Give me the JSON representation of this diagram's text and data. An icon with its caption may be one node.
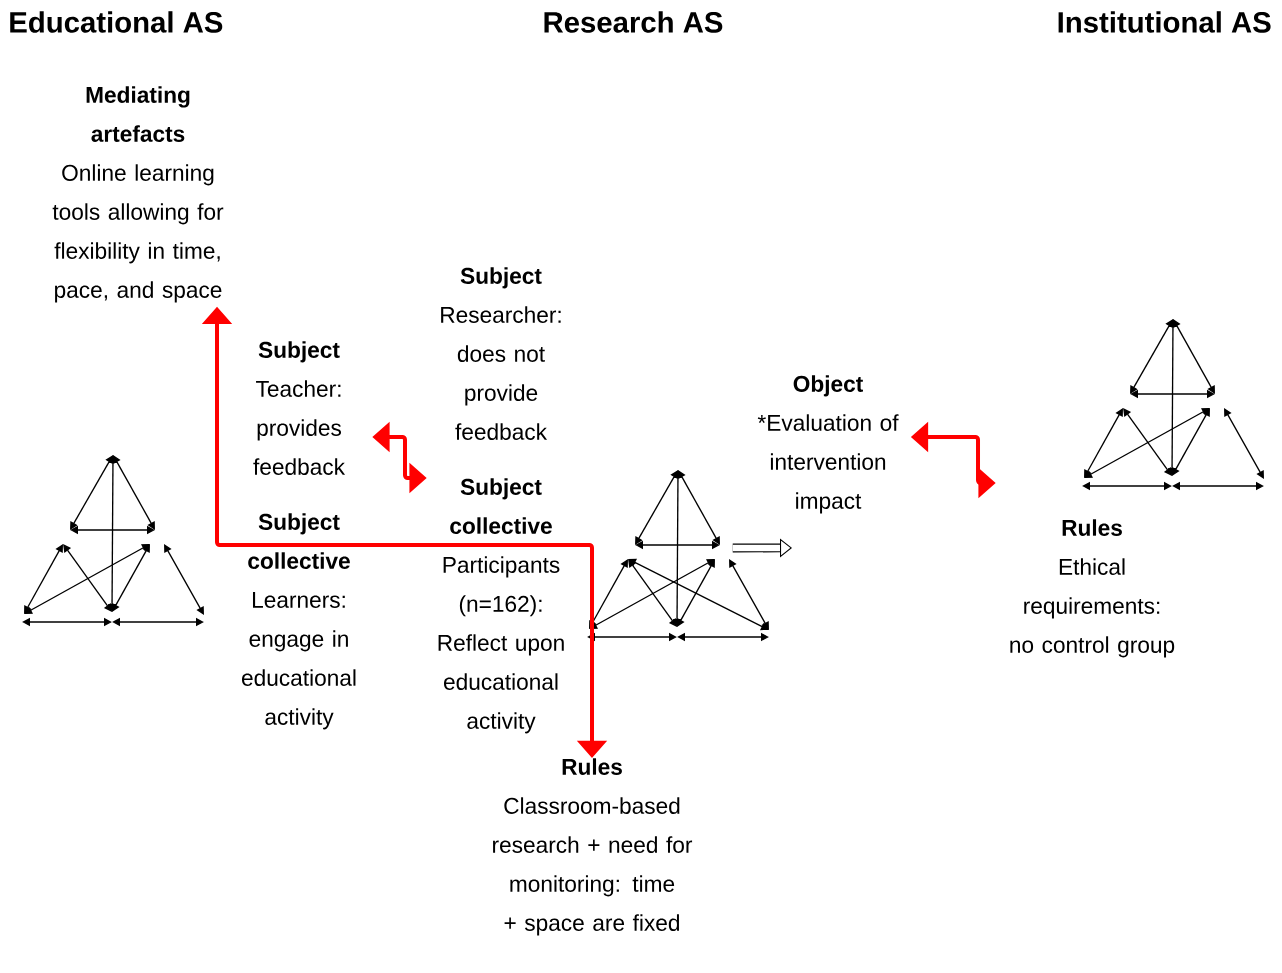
{
  "diagram": {
    "nodes": [
      {
        "text": [
          "Mediating artefacts",
          "Online learning tools allowing for flexibility in time, pace, and space"
        ]
      },
      {
        "text": [
          "Subject",
          "Teacher: provides feedback"
        ]
      },
      {
        "text": [
          "Subject collective",
          "Learners: engage in educational activity"
        ]
      },
      {
        "text": [],
        "shape": "triangle"
      },
      {
        "text": [
          "Subject",
          "Researcher: does not provide feedback"
        ]
      },
      {
        "text": [
          "Subject collective",
          "Participants (n=162): Reflect upon educational activity"
        ]
      },
      {
        "text": [],
        "shape": "triangle"
      },
      {
        "text": [
          "Object",
          "*Evaluation of intervention impact"
        ]
      },
      {
        "text": [
          "Rules",
          "Classroom-based research + need for monitoring: time + space are fixed"
        ]
      },
      {
        "text": [],
        "shape": "triangle"
      },
      {
        "text": [
          "Rules",
          "Ethical requirements: no control group"
        ]
      }
    ],
    "edges": [
      {
        "from": 1,
        "to": 5,
        "arrow": "both"
      },
      {
        "from": 0,
        "to": 8,
        "arrow": "both"
      },
      {
        "from": 6,
        "to": 7,
        "arrow": "to",
        "style": "thick",
        "color": "#000000"
      },
      {
        "from": 7,
        "to": 10,
        "arrow": "both"
      }
    ],
    "labels": [
      "Educational AS",
      "Research AS",
      "Institutional AS"
    ]
  }
}
